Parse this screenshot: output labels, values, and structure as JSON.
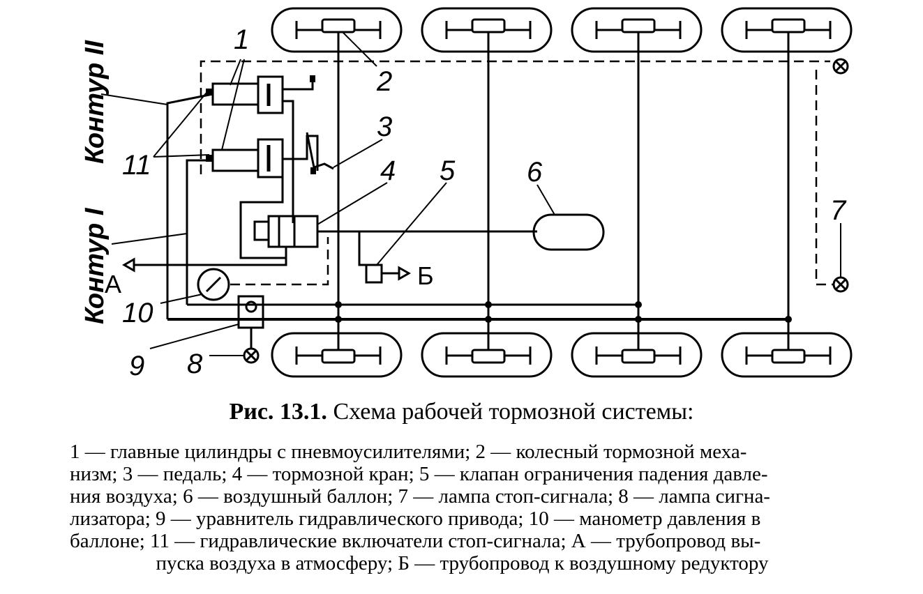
{
  "labels": {
    "n1": "1",
    "n2": "2",
    "n3": "3",
    "n4": "4",
    "n5": "5",
    "n6": "6",
    "n7": "7",
    "n8": "8",
    "n9": "9",
    "n10": "10",
    "n11": "11",
    "A": "А",
    "B": "Б",
    "kontur1": "Контур I",
    "kontur2": "Контур II"
  },
  "caption": {
    "fig": "Рис. 13.1.",
    "title": "Схема рабочей тормозной системы:"
  },
  "legend": {
    "line1": "1 — главные цилиндры с пневмоусилителями; 2 — колесный тормозной меха-",
    "line2": "низм; 3 — педаль; 4 — тормозной кран; 5 — клапан ограничения падения давле-",
    "line3": "ния воздуха; 6 — воздушный баллон; 7 — лампа стоп-сигнала; 8 — лампа сигна-",
    "line4": "лизатора; 9 — уравнитель гидравлического привода; 10 — манометр давления в",
    "line5": "баллоне; 11 — гидравлические включатели стоп-сигнала; А — трубопровод вы-",
    "line6": "пуска воздуха в атмосферу; Б — трубопровод к воздушному редуктору"
  }
}
